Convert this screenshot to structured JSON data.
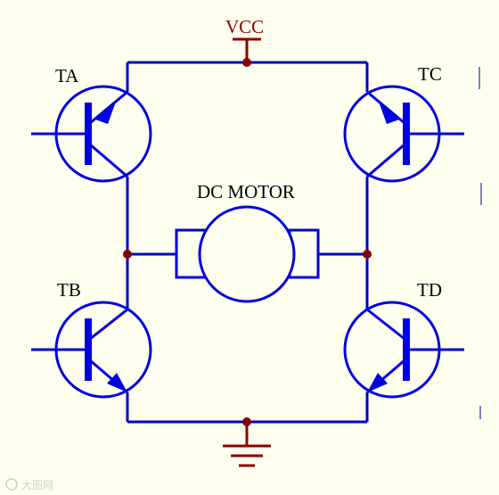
{
  "supply_label": "VCC",
  "motor_label": "DC MOTOR",
  "transistors": [
    {
      "id": "TA",
      "label": "TA"
    },
    {
      "id": "TC",
      "label": "TC"
    },
    {
      "id": "TB",
      "label": "TB"
    },
    {
      "id": "TD",
      "label": "TD"
    }
  ],
  "watermark": "大图网",
  "colors": {
    "background": "#fffff0",
    "wire": "#0000cc",
    "transistor": "#0000e0",
    "power": "#8b0000",
    "label": "#000000"
  }
}
